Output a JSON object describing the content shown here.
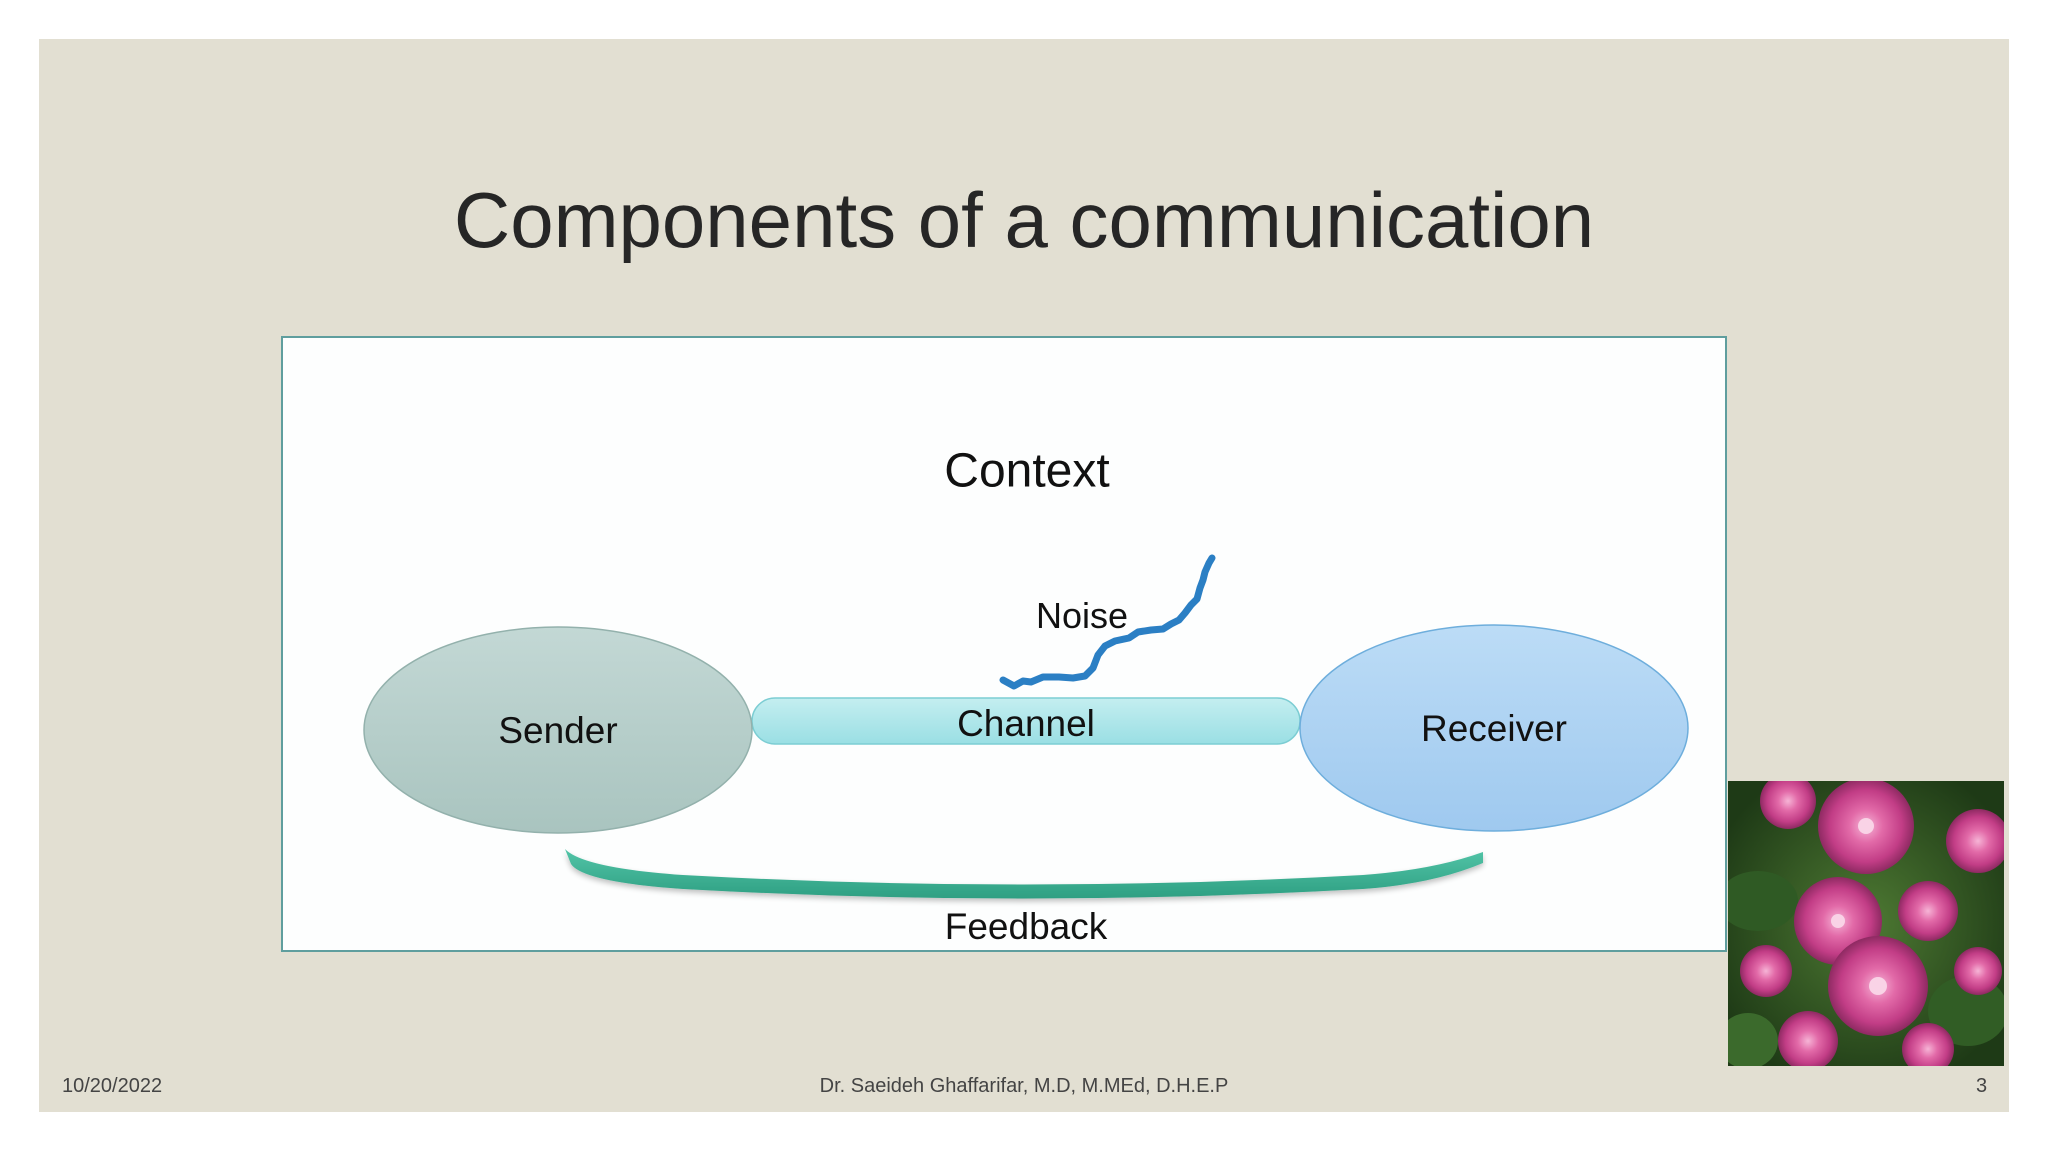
{
  "slide": {
    "title": "Components of a communication",
    "diagram": {
      "context_label": "Context",
      "noise_label": "Noise",
      "sender_label": "Sender",
      "channel_label": "Channel",
      "receiver_label": "Receiver",
      "feedback_label": "Feedback"
    },
    "footer": {
      "date": "10/20/2022",
      "author": "Dr. Saeideh Ghaffarifar, M.D, M.MEd, D.H.E.P",
      "page_number": "3"
    },
    "image": {
      "subject": "pink chrysanthemum flowers",
      "icon": "flower-photo"
    },
    "colors": {
      "background": "#e2dfd2",
      "sender_fill": "#b6cfcb",
      "receiver_fill": "#acd1f1",
      "channel_fill": "#b0e6ea",
      "noise_stroke": "#2b7fc4",
      "feedback_fill": "#3fb596"
    }
  }
}
